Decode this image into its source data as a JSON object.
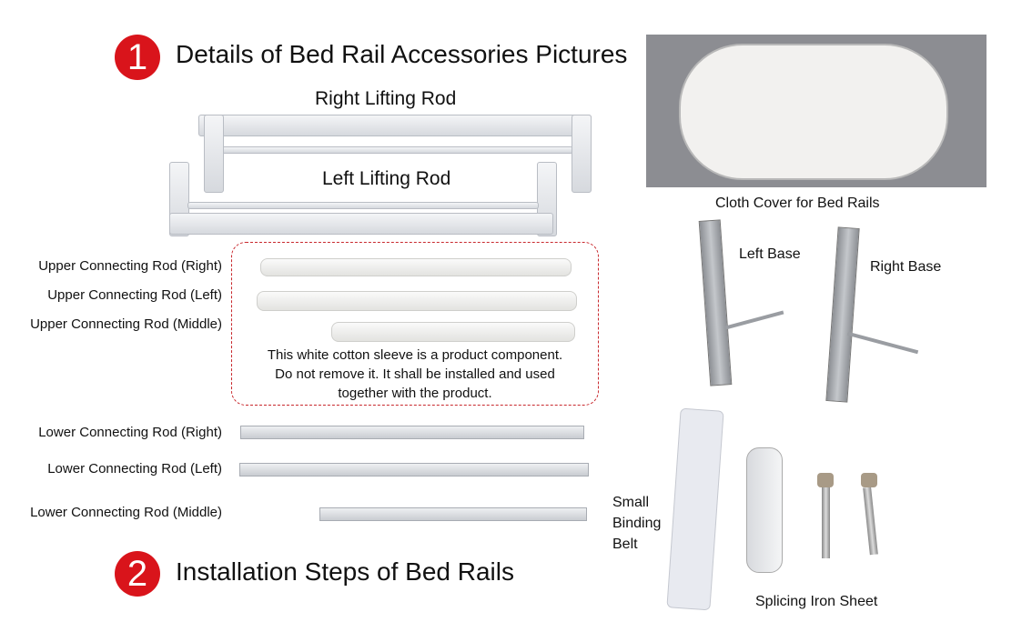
{
  "section1": {
    "number": "1",
    "title": "Details of Bed Rail Accessories Pictures"
  },
  "section2": {
    "number": "2",
    "title": "Installation Steps of Bed Rails"
  },
  "parts": {
    "right_lifting_rod": "Right Lifting Rod",
    "left_lifting_rod": "Left Lifting Rod",
    "upper_right": "Upper Connecting Rod (Right)",
    "upper_left": "Upper Connecting Rod (Left)",
    "upper_middle": "Upper Connecting Rod (Middle)",
    "lower_right": "Lower Connecting Rod (Right)",
    "lower_left": "Lower Connecting Rod (Left)",
    "lower_middle": "Lower Connecting Rod (Middle)",
    "cloth_cover": "Cloth Cover for Bed Rails",
    "left_base": "Left Base",
    "right_base": "Right Base",
    "binding_belt": "Small Binding Belt",
    "splicing_iron": "Splicing Iron Sheet"
  },
  "note": {
    "line1": "This white cotton sleeve is a product component.",
    "line2": "Do not remove it. It shall be installed and used",
    "line3": "together with the product."
  },
  "colors": {
    "accent": "#d9141b"
  }
}
